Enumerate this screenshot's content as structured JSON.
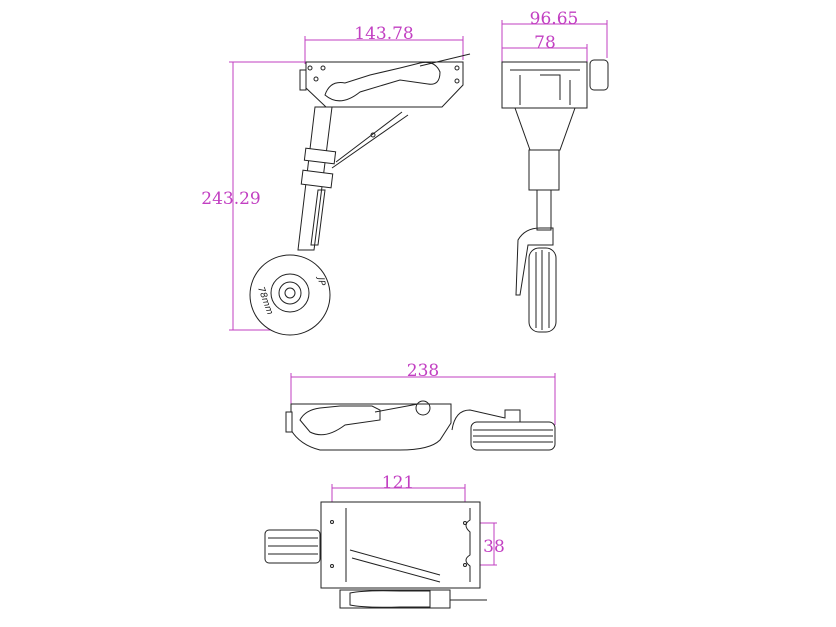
{
  "dimensions": {
    "side_width": "143.78",
    "side_height": "243.29",
    "front_width_total": "96.65",
    "front_width_frame": "78",
    "top_length": "238",
    "bottom_hole_spacing": "121",
    "bottom_hole_pitch": "38"
  },
  "wheel_markings": {
    "logo": "JP",
    "size": "78mm"
  },
  "colors": {
    "dimension": "#c23fc2",
    "line": "#222222"
  }
}
